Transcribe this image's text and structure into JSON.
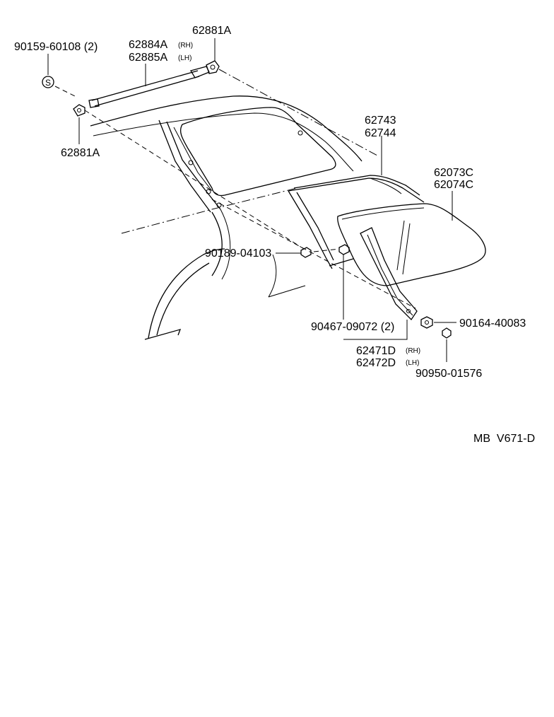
{
  "labels": {
    "p90159": "90159-60108 (2)",
    "p62884": "62884A",
    "p62884_side": "(RH)",
    "p62885": "62885A",
    "p62885_side": "(LH)",
    "p62881_top": "62881A",
    "p62881_left": "62881A",
    "s_mark": "S",
    "p62743": "62743",
    "p62744": "62744",
    "p62073": "62073C",
    "p62074": "62074C",
    "p90189": "90189-04103",
    "p90467": "90467-09072 (2)",
    "p90164": "90164-40083",
    "p62471": "62471D",
    "p62471_side": "(RH)",
    "p62472": "62472D",
    "p62472_side": "(LH)",
    "p90950": "90950-01576",
    "diagram_code": "MB  V671-D"
  }
}
